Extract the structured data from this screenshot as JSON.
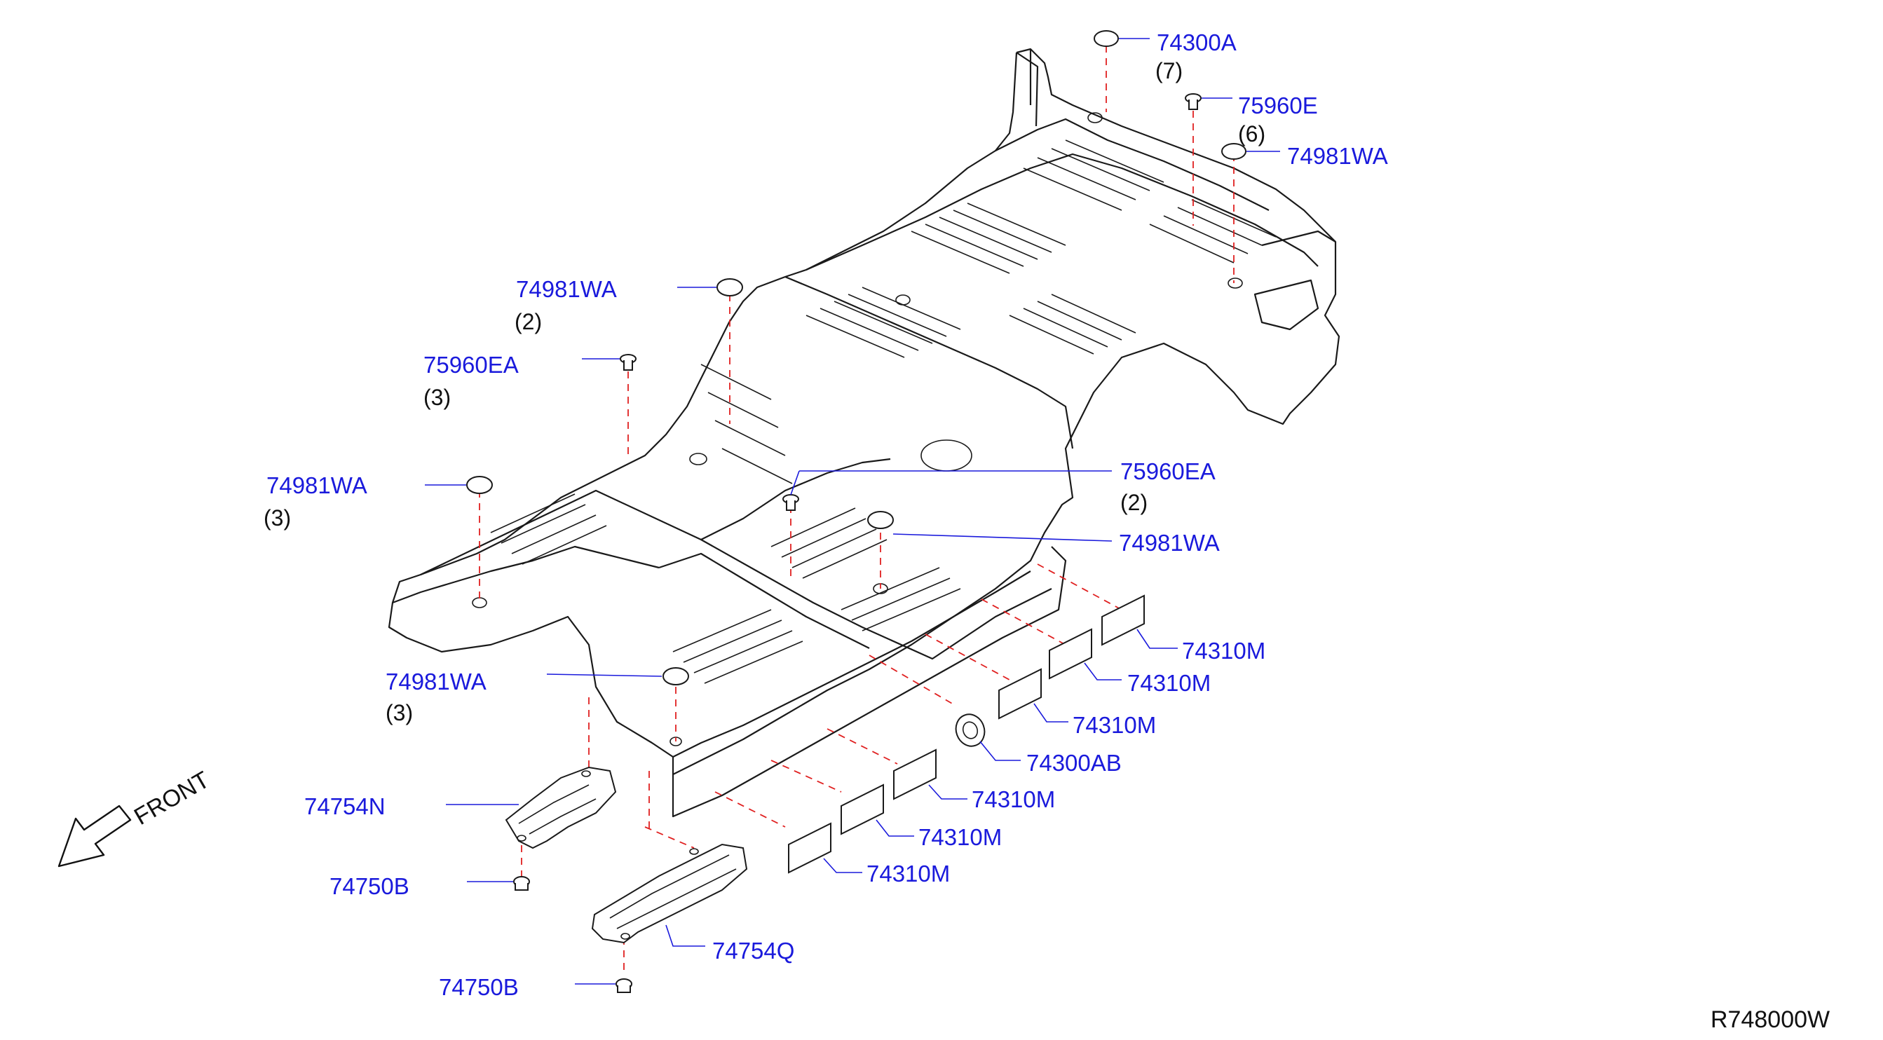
{
  "diagram": {
    "callouts": {
      "p74300A": "74300A",
      "p74300A_qty": "(7)",
      "p75960E": "75960E",
      "p75960E_qty": "(6)",
      "p74981WA_rear": "74981WA",
      "p74981WA_left": "74981WA",
      "p74981WA_left_qty": "(2)",
      "p75960EA_left": "75960EA",
      "p75960EA_left_qty": "(3)",
      "p74981WA_mid": "74981WA",
      "p74981WA_mid_qty": "(3)",
      "p75960EA_right": "75960EA",
      "p75960EA_right_qty": "(2)",
      "p74981WA_right": "74981WA",
      "p74981WA_front": "74981WA",
      "p74981WA_front_qty": "(3)",
      "p74310M_1": "74310M",
      "p74310M_2": "74310M",
      "p74310M_3": "74310M",
      "p74300AB": "74300AB",
      "p74310M_4": "74310M",
      "p74310M_5": "74310M",
      "p74310M_6": "74310M",
      "p74754N": "74754N",
      "p74750B_1": "74750B",
      "p74754Q": "74754Q",
      "p74750B_2": "74750B"
    },
    "front_label": "FRONT",
    "reference_code": "R748000W"
  }
}
